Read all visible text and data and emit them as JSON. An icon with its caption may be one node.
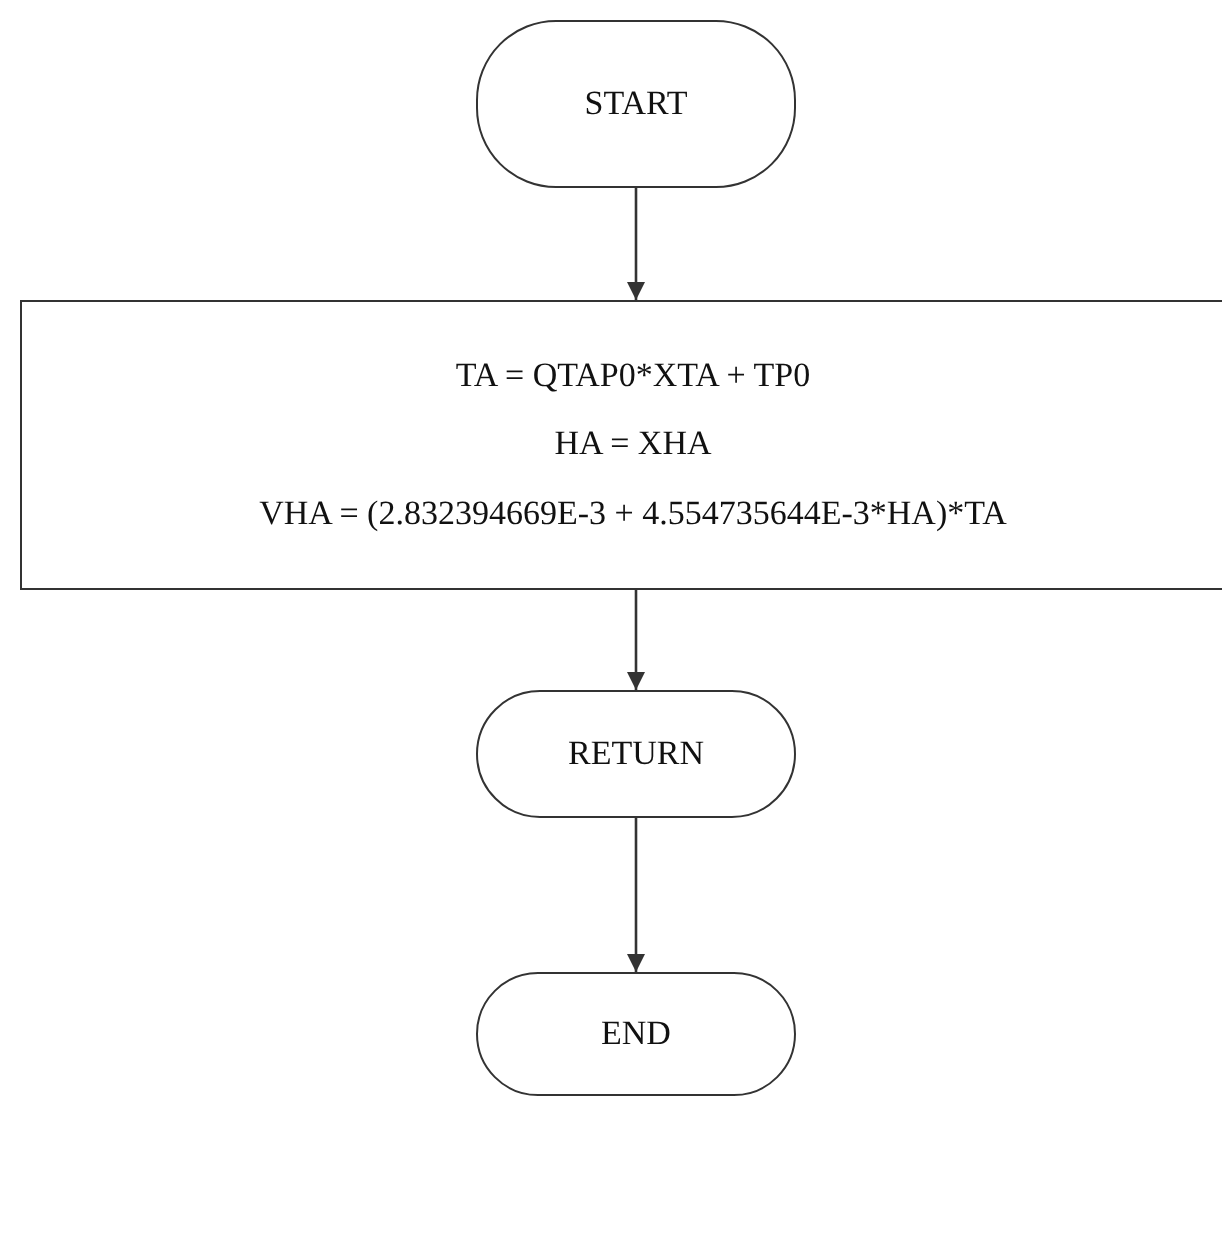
{
  "diagram": {
    "nodes": [
      {
        "text": [
          "START"
        ]
      },
      {
        "text": [
          "TA = QTAP0*XTA + TP0",
          "HA = XHA",
          "VHA = (2.832394669E-3 + 4.554735644E-3*HA)*TA"
        ]
      },
      {
        "text": [
          "RETURN"
        ]
      },
      {
        "text": [
          "END"
        ]
      }
    ],
    "edges": [
      {
        "from": 0,
        "to": 1,
        "arrow": "to"
      },
      {
        "from": 1,
        "to": 2,
        "arrow": "to"
      },
      {
        "from": 2,
        "to": 3,
        "arrow": "to"
      }
    ]
  }
}
